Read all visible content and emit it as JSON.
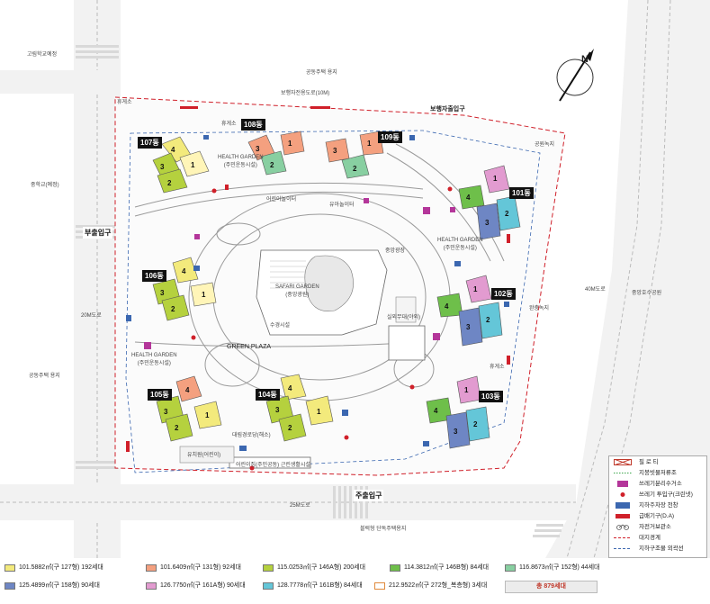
{
  "map": {
    "north_label": "N",
    "labels": {
      "school_top": "고림학교예정",
      "public_housing_top": "공동주택 용지",
      "pedestrian_road_top": "보행자전용도로(10M)",
      "pedestrian_entrance": "보행자출입구",
      "middle_school": "중학교(예정)",
      "sub_entrance": "부출입구",
      "road_20m": "20M도로",
      "public_housing_left": "공동주택 용지",
      "road_25m": "25M도로",
      "main_entrance": "주출입구",
      "commercial_bottom": "블럭형 단독주택용지",
      "road_40m": "40M도로",
      "central_park": "중앙호수공원",
      "buffer_green": "완충녹지",
      "park_small": "공원녹지",
      "rest_area_1": "휴게소",
      "rest_area_2": "휴게소",
      "rest_area_3": "휴게소",
      "kids_playground": "어린이놀이터",
      "toddler_playground": "유아놀이터",
      "community": "중앙광장",
      "safari_garden": "SAFARI GARDEN\n(중앙광원)",
      "green_plaza": "GREEN PLAZA",
      "health_garden_top": "HEALTH GARDEN\n(주민운동시설)",
      "health_garden_right": "HEALTH GARDEN\n(주민운동시설)",
      "health_garden_left": "HEALTH GARDEN\n(주민운동시설)",
      "outdoor_stage": "실외무대(야외)",
      "elderly_center": "대림경로당(해소)",
      "childcare": "유치원(어린이)",
      "bottom_facility": "어린이집(주민공동) 근린생활시설",
      "water_feature": "수경시설"
    },
    "buildings": [
      {
        "id": "101동"
      },
      {
        "id": "102동"
      },
      {
        "id": "103동"
      },
      {
        "id": "104동"
      },
      {
        "id": "105동"
      },
      {
        "id": "106동"
      },
      {
        "id": "107동"
      },
      {
        "id": "108동"
      },
      {
        "id": "109동"
      }
    ],
    "gates": {
      "main": "주출입구",
      "sub": "부출입구",
      "pedestrian": "보행자출입구"
    }
  },
  "legend": {
    "items": [
      {
        "label": "필 로 티",
        "symbol": "piloti",
        "color": "#c0392b"
      },
      {
        "label": "지붕빗물저류조",
        "symbol": "dotted-line",
        "color": "#3aa64a"
      },
      {
        "label": "쓰레기분리수거소",
        "symbol": "box",
        "color": "#b4369a"
      },
      {
        "label": "쓰레기 투입구(크린넷)",
        "symbol": "dot",
        "color": "#d0202a"
      },
      {
        "label": "지하주차장 천창",
        "symbol": "box",
        "color": "#3b67b0"
      },
      {
        "label": "급배기구(D.A)",
        "symbol": "box",
        "color": "#d0202a"
      },
      {
        "label": "자전거보관소",
        "symbol": "bike",
        "color": "#555555"
      },
      {
        "label": "대지경계",
        "symbol": "dashed-line",
        "color": "#d0202a"
      },
      {
        "label": "지하구조물 외곽선",
        "symbol": "dashed-line",
        "color": "#3b67b0"
      }
    ]
  },
  "unit_types": [
    {
      "label": "101.5882㎡(구 127형) 192세대",
      "color": "#f3ea7c"
    },
    {
      "label": "101.6409㎡(구 131형) 92세대",
      "color": "#f4a07f"
    },
    {
      "label": "115.0253㎡(구 146A형) 200세대",
      "color": "#b5d13e"
    },
    {
      "label": "114.3812㎡(구 146B형) 84세대",
      "color": "#6ebf4a"
    },
    {
      "label": "116.8673㎡(구 152형) 44세대",
      "color": "#88cfa1"
    },
    {
      "label": "125.4899㎡(구 158형) 90세대",
      "color": "#6e86c4"
    },
    {
      "label": "126.7750㎡(구 161A형) 90세대",
      "color": "#e29bd0"
    },
    {
      "label": "128.7778㎡(구 161B형) 84세대",
      "color": "#64c6d8"
    },
    {
      "label": "212.9522㎡(구 272형_복층형) 3세대",
      "color": "#ffffff",
      "border": "#e08a3c"
    }
  ],
  "total": "총 879세대"
}
